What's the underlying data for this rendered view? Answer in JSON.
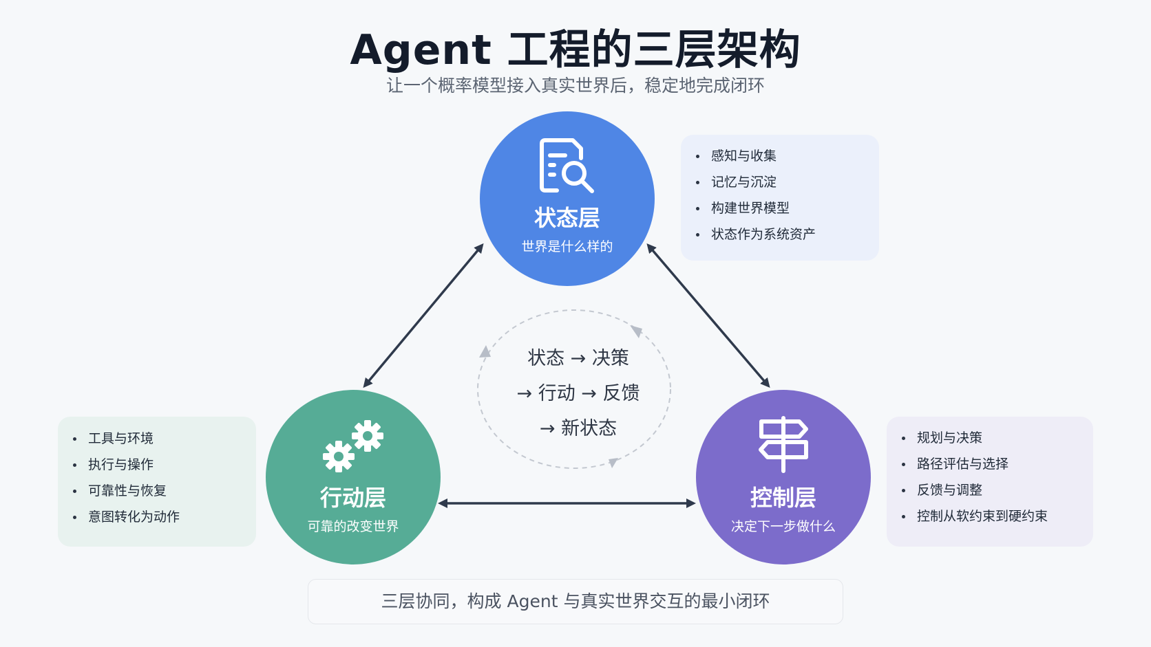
{
  "header": {
    "title": "Agent 工程的三层架构",
    "subtitle": "让一个概率模型接入真实世界后，稳定地完成闭环"
  },
  "layers": {
    "state": {
      "name": "状态层",
      "desc": "世界是什么样的",
      "icon": "document-search-icon",
      "color": "#4f86e5",
      "points": [
        "感知与收集",
        "记忆与沉淀",
        "构建世界模型",
        "状态作为系统资产"
      ]
    },
    "action": {
      "name": "行动层",
      "desc": "可靠的改变世界",
      "icon": "gears-icon",
      "color": "#56ac96",
      "points": [
        "工具与环境",
        "执行与操作",
        "可靠性与恢复",
        "意图转化为动作"
      ]
    },
    "control": {
      "name": "控制层",
      "desc": "决定下一步做什么",
      "icon": "signpost-icon",
      "color": "#7c6ccb",
      "points": [
        "规划与决策",
        "路径评估与选择",
        "反馈与调整",
        "控制从软约束到硬约束"
      ]
    }
  },
  "cycle": {
    "line1": "状态 → 决策",
    "line2": "→ 行动 → 反馈",
    "line3": "→ 新状态"
  },
  "footer": {
    "text": "三层协同，构成 Agent 与真实世界交互的最小闭环"
  }
}
